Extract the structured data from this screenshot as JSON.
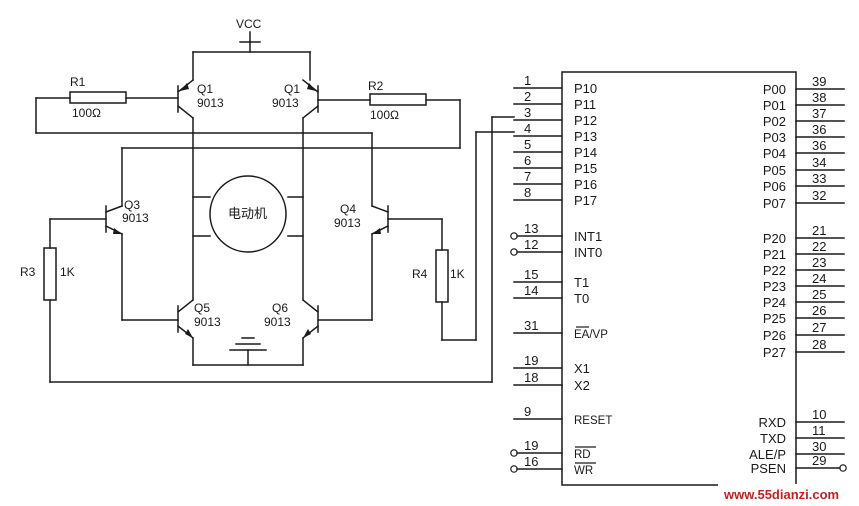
{
  "supply": {
    "vcc": "VCC"
  },
  "motor": {
    "label": "电动机"
  },
  "resistors": {
    "r1": {
      "name": "R1",
      "value": "100Ω"
    },
    "r2": {
      "name": "R2",
      "value": "100Ω"
    },
    "r3": {
      "name": "R3",
      "value": "1K"
    },
    "r4": {
      "name": "R4",
      "value": "1K"
    }
  },
  "transistors": {
    "q1_left": {
      "name": "Q1",
      "type": "9013"
    },
    "q1_right": {
      "name": "Q1",
      "type": "9013"
    },
    "q3": {
      "name": "Q3",
      "type": "9013"
    },
    "q4": {
      "name": "Q4",
      "type": "9013"
    },
    "q5": {
      "name": "Q5",
      "type": "9013"
    },
    "q6": {
      "name": "Q6",
      "type": "9013"
    }
  },
  "mcu": {
    "left_pins": [
      {
        "num": "1",
        "name": "P10"
      },
      {
        "num": "2",
        "name": "P11"
      },
      {
        "num": "3",
        "name": "P12"
      },
      {
        "num": "4",
        "name": "P13"
      },
      {
        "num": "5",
        "name": "P14"
      },
      {
        "num": "6",
        "name": "P15"
      },
      {
        "num": "7",
        "name": "P16"
      },
      {
        "num": "8",
        "name": "P17"
      },
      {
        "num": "13",
        "name": "INT1"
      },
      {
        "num": "12",
        "name": "INT0"
      },
      {
        "num": "15",
        "name": "T1"
      },
      {
        "num": "14",
        "name": "T0"
      },
      {
        "num": "31",
        "name": "EA/VP"
      },
      {
        "num": "19",
        "name": "X1"
      },
      {
        "num": "18",
        "name": "X2"
      },
      {
        "num": "9",
        "name": "RESET"
      },
      {
        "num": "19",
        "name": "RD"
      },
      {
        "num": "16",
        "name": "WR"
      }
    ],
    "right_pins": [
      {
        "num": "39",
        "name": "P00"
      },
      {
        "num": "38",
        "name": "P01"
      },
      {
        "num": "37",
        "name": "P02"
      },
      {
        "num": "36",
        "name": "P03"
      },
      {
        "num": "36",
        "name": "P04"
      },
      {
        "num": "34",
        "name": "P05"
      },
      {
        "num": "33",
        "name": "P06"
      },
      {
        "num": "32",
        "name": "P07"
      },
      {
        "num": "21",
        "name": "P20"
      },
      {
        "num": "22",
        "name": "P21"
      },
      {
        "num": "23",
        "name": "P22"
      },
      {
        "num": "24",
        "name": "P23"
      },
      {
        "num": "25",
        "name": "P24"
      },
      {
        "num": "26",
        "name": "P25"
      },
      {
        "num": "27",
        "name": "P26"
      },
      {
        "num": "28",
        "name": "P27"
      },
      {
        "num": "10",
        "name": "RXD"
      },
      {
        "num": "11",
        "name": "TXD"
      },
      {
        "num": "30",
        "name": "ALE/P"
      },
      {
        "num": "29",
        "name": "PSEN"
      }
    ]
  },
  "watermark": "www.55dianzi.com",
  "colors": {
    "ink": "#1a1a1a",
    "background": "#ffffff",
    "watermark": "#c81e1e"
  }
}
